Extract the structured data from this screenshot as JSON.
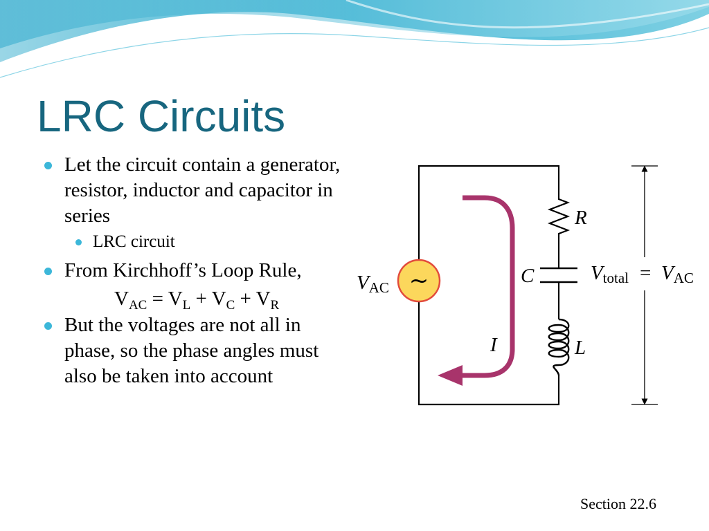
{
  "slide": {
    "title": "LRC Circuits",
    "bullets": [
      {
        "text": "Let the circuit contain a generator, resistor, inductor and capacitor in series"
      },
      {
        "text": "LRC circuit"
      },
      {
        "text": "From Kirchhoff’s Loop Rule,"
      },
      {
        "text": "But the voltages are not all in phase, so the phase angles must also be taken into account"
      }
    ],
    "equation": {
      "lhs": "V",
      "lhs_sub": "AC",
      "eq": " = ",
      "t1": "V",
      "t1_sub": "L",
      "plus1": " + ",
      "t2": "V",
      "t2_sub": "C",
      "plus2": " + ",
      "t3": "V",
      "t3_sub": "R"
    },
    "footer": "Section 22.6"
  },
  "diagram": {
    "labels": {
      "source_V": "V",
      "source_sub": "AC",
      "resistor": "R",
      "capacitor": "C",
      "inductor": "L",
      "current": "I",
      "total_V": "V",
      "total_sub": "total",
      "equals": "=",
      "rhs_V": "V",
      "rhs_sub": "AC",
      "source_symbol": "~"
    },
    "colors": {
      "title": "#17667f",
      "bullet": "#3cb7d9",
      "wire": "#000000",
      "source_fill": "#fcd75c",
      "source_ring": "#e24b3c",
      "current_arrow": "#a8346b"
    }
  }
}
